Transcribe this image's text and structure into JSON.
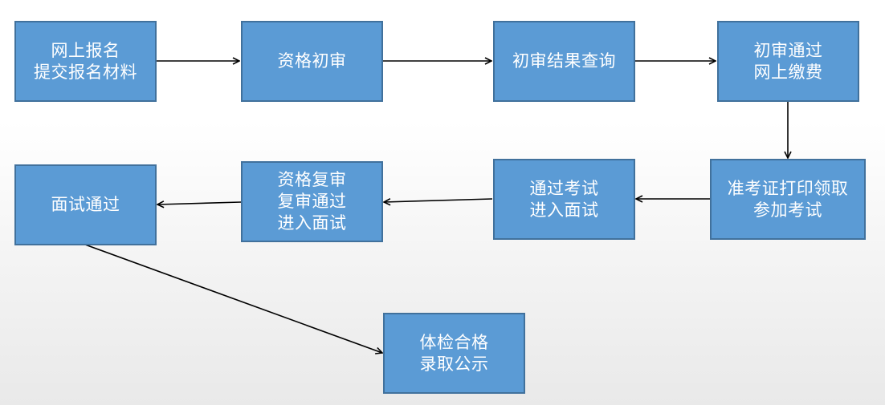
{
  "diagram": {
    "colors": {
      "box_fill": "#5b9bd5",
      "box_border": "#41719c",
      "text": "#ffffff",
      "arrow": "#000000"
    },
    "nodes": {
      "online_registration": {
        "line1": "网上报名",
        "line2": "提交报名材料"
      },
      "initial_review": {
        "line1": "资格初审"
      },
      "review_result_query": {
        "line1": "初审结果查询"
      },
      "online_payment": {
        "line1": "初审通过",
        "line2": "网上缴费"
      },
      "admission_ticket": {
        "line1": "准考证打印领取",
        "line2": "参加考试"
      },
      "pass_exam": {
        "line1": "通过考试",
        "line2": "进入面试"
      },
      "second_review": {
        "line1": "资格复审",
        "line2": "复审通过",
        "line3": "进入面试"
      },
      "interview_passed": {
        "line1": "面试通过"
      },
      "physical_exam": {
        "line1": "体检合格",
        "line2": "录取公示"
      }
    }
  }
}
